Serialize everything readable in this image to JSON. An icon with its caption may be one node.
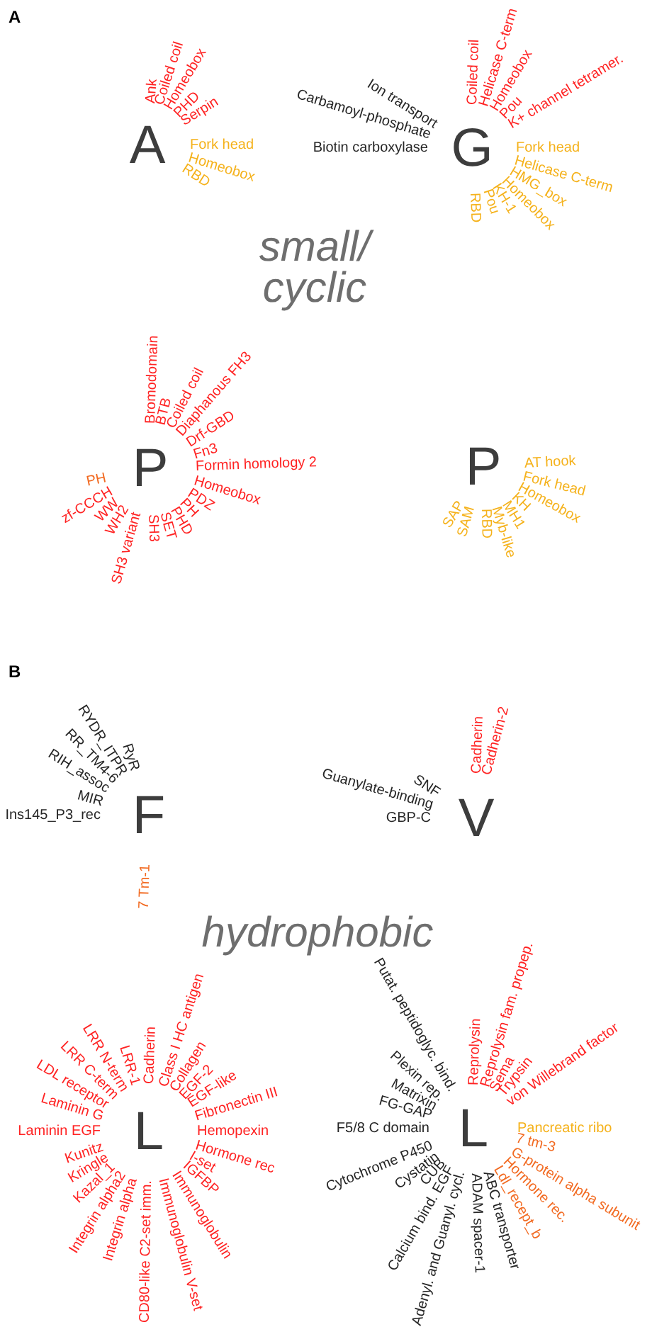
{
  "diagram": {
    "labels": [
      "A",
      "A",
      "Ank",
      "Coiled coil",
      "Homeobox",
      "PHD",
      "Serpin",
      "Fork head",
      "Homeobox",
      "RBD",
      "Ion transport",
      "Carbamoyl-phosphate",
      "Biotin carboxylase",
      "G",
      "Coiled coil",
      "Helicase C-term",
      "Homeobox",
      "Pou",
      "K+ channel tetramer.",
      "RBD",
      "Pou",
      "KH-1",
      "Homeobox",
      "HMG_box",
      "Helicase C-term",
      "Fork head",
      "small/ cyclic",
      "PH",
      "P",
      "Bromodomain",
      "BTB",
      "Coiled coil",
      "Diaphanous FH3",
      "Drf-GBD",
      "Fn3",
      "Formin homology 2",
      "zf-CCCH",
      "WW",
      "WH2",
      "SH3 variant",
      "SH3",
      "SET",
      "PHD",
      "PH",
      "PDZ",
      "Homeobox",
      "P",
      "AT hook",
      "SAP",
      "SAM",
      "RBD",
      "Myb-like",
      "MH1",
      "KH",
      "Homeobox",
      "Fork head",
      "B",
      "F",
      "7 Tm-1",
      "Ins145_P3_rec",
      "MIR",
      "RIH_assoc",
      "RR_TM4-6",
      "RYDR_ITPR",
      "RyR",
      "V",
      "Cadherin",
      "Cadherin-2",
      "GBP-C",
      "Guanylate-binding",
      "SNF",
      "hydrophobic",
      "Laminin G",
      "LDL receptor",
      "LRR C-term",
      "LRR N-term",
      "LRR-1",
      "Cadherin",
      "Class I HC antigen",
      "Collagen",
      "EGF-2",
      "EGF-like",
      "Fibronectin III",
      "Kunitz",
      "Laminin EGF",
      "L",
      "Hemopexin",
      "Kringle",
      "Kazal_1",
      "Integrin alpha2",
      "Integrin alpha",
      "CD80-like C2-set imm.",
      "Immunoglobulin V-set",
      "Immunoglobulin",
      "IGFBP",
      "I-set",
      "Hormone rec",
      "FG-GAP",
      "Matrixin",
      "Plexin rep.",
      "Putat. peptidoglyc. bind.",
      "Reprolysin",
      "Reprolysin fam. propep.",
      "Sema",
      "Trypsin",
      "von Willebrand factor",
      "Cytochrome P450",
      "F5/8 C domain",
      "L",
      "Pancreatic ribo",
      "Cystatin",
      "CUB",
      "Calcium bind. EGF",
      "Adenyl. and Guanyl. cycl.",
      "ADAM spacer-1",
      "ABC transporter",
      "Ldl_recept_b",
      "Hormone rec.",
      "G-protein alpha subunit",
      "7 tm-3"
    ]
  }
}
